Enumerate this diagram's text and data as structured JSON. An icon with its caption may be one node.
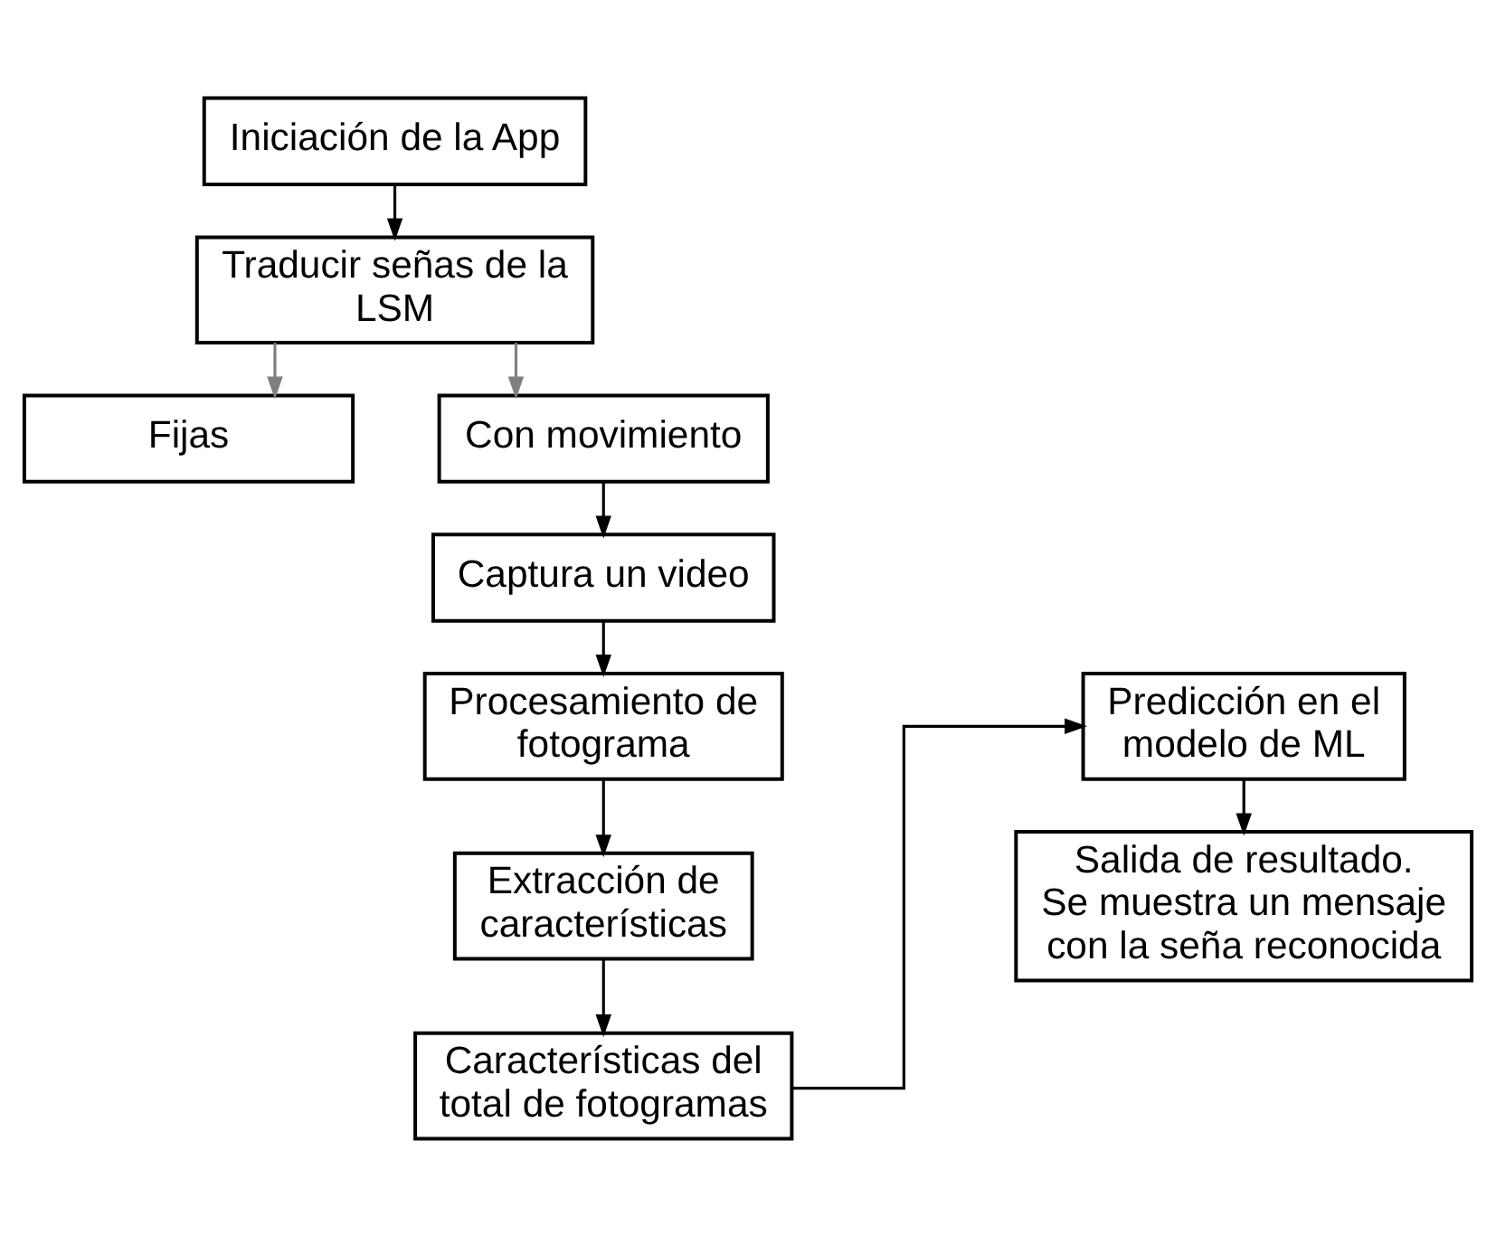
{
  "diagram": {
    "nodes": [
      {
        "text": [
          "Iniciación de la App"
        ]
      },
      {
        "text": [
          "Traducir señas de la LSM"
        ]
      },
      {
        "text": [
          "Fijas"
        ]
      },
      {
        "text": [
          "Con movimiento"
        ]
      },
      {
        "text": [
          "Captura un video"
        ]
      },
      {
        "text": [
          "Procesamiento de fotograma"
        ]
      },
      {
        "text": [
          "Extracción de características"
        ]
      },
      {
        "text": [
          "Características del total de fotogramas"
        ]
      },
      {
        "text": [
          "Predicción en el modelo de ML"
        ]
      },
      {
        "text": [
          "Salida de resultado. Se muestra un mensaje con la seña reconocida"
        ]
      }
    ],
    "edges": [
      {
        "from": 0,
        "to": 1,
        "arrow": "to"
      },
      {
        "from": 1,
        "to": 2,
        "arrow": "to",
        "color": "#7f7f7f"
      },
      {
        "from": 1,
        "to": 3,
        "arrow": "to",
        "color": "#7f7f7f"
      },
      {
        "from": 3,
        "to": 4,
        "arrow": "to"
      },
      {
        "from": 4,
        "to": 5,
        "arrow": "to"
      },
      {
        "from": 5,
        "to": 6,
        "arrow": "to"
      },
      {
        "from": 6,
        "to": 7,
        "arrow": "to"
      },
      {
        "from": 7,
        "to": 8,
        "arrow": "to"
      },
      {
        "from": 8,
        "to": 9,
        "arrow": "to"
      }
    ]
  }
}
